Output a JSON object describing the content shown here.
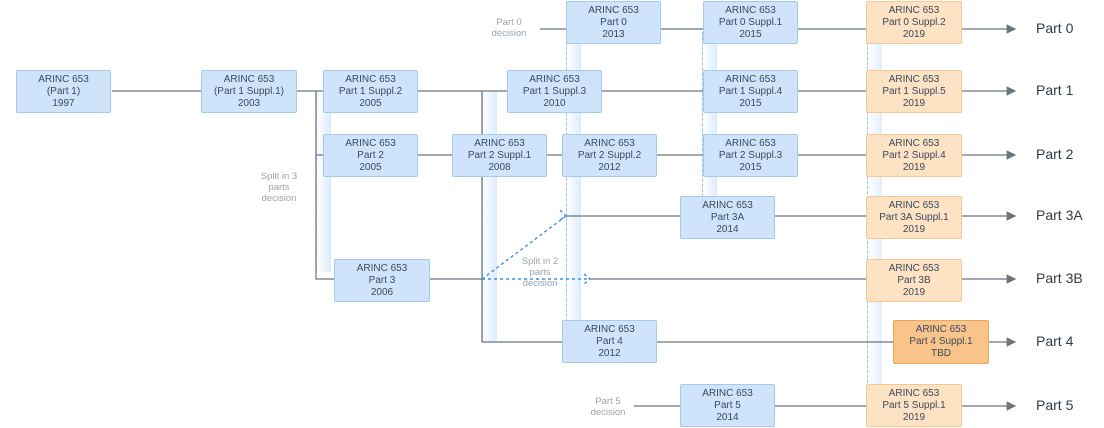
{
  "boxes": {
    "b1997": {
      "l1": "ARINC 653",
      "l2": "(Part 1)",
      "l3": "1997"
    },
    "b2003": {
      "l1": "ARINC 653",
      "l2": "(Part 1 Suppl.1)",
      "l3": "2003"
    },
    "b2005_p1": {
      "l1": "ARINC 653",
      "l2": "Part 1 Suppl.2",
      "l3": "2005"
    },
    "b2010_p1": {
      "l1": "ARINC 653",
      "l2": "Part 1 Suppl.3",
      "l3": "2010"
    },
    "b2015_p1": {
      "l1": "ARINC 653",
      "l2": "Part 1 Suppl.4",
      "l3": "2015"
    },
    "b2019_p1": {
      "l1": "ARINC 653",
      "l2": "Part 1 Suppl.5",
      "l3": "2019"
    },
    "b2013_p0": {
      "l1": "ARINC 653",
      "l2": "Part 0",
      "l3": "2013"
    },
    "b2015_p0": {
      "l1": "ARINC 653",
      "l2": "Part 0 Suppl.1",
      "l3": "2015"
    },
    "b2019_p0": {
      "l1": "ARINC 653",
      "l2": "Part 0 Suppl.2",
      "l3": "2019"
    },
    "b2005_p2": {
      "l1": "ARINC 653",
      "l2": "Part 2",
      "l3": "2005"
    },
    "b2008_p2": {
      "l1": "ARINC 653",
      "l2": "Part 2 Suppl.1",
      "l3": "2008"
    },
    "b2012_p2": {
      "l1": "ARINC 653",
      "l2": "Part 2 Suppl.2",
      "l3": "2012"
    },
    "b2015_p2": {
      "l1": "ARINC 653",
      "l2": "Part 2 Suppl.3",
      "l3": "2015"
    },
    "b2019_p2": {
      "l1": "ARINC 653",
      "l2": "Part 2 Suppl.4",
      "l3": "2019"
    },
    "b2014_p3a": {
      "l1": "ARINC 653",
      "l2": "Part 3A",
      "l3": "2014"
    },
    "b2019_p3a": {
      "l1": "ARINC 653",
      "l2": "Part 3A Suppl.1",
      "l3": "2019"
    },
    "b2006_p3": {
      "l1": "ARINC 653",
      "l2": "Part 3",
      "l3": "2006"
    },
    "b2019_p3b": {
      "l1": "ARINC 653",
      "l2": "Part 3B",
      "l3": "2019"
    },
    "b2012_p4": {
      "l1": "ARINC 653",
      "l2": "Part 4",
      "l3": "2012"
    },
    "btbd_p4": {
      "l1": "ARINC 653",
      "l2": "Part 4 Suppl.1",
      "l3": "TBD"
    },
    "b2014_p5": {
      "l1": "ARINC 653",
      "l2": "Part 5",
      "l3": "2014"
    },
    "b2019_p5": {
      "l1": "ARINC 653",
      "l2": "Part 5 Suppl.1",
      "l3": "2019"
    }
  },
  "notes": {
    "part0_decision": {
      "l1": "Part 0",
      "l2": "decision"
    },
    "split3_decision": {
      "l1": "Split in 3",
      "l2": "parts",
      "l3": "decision"
    },
    "split2_decision": {
      "l1": "Split in 2",
      "l2": "parts",
      "l3": "decision"
    },
    "part5_decision": {
      "l1": "Part 5",
      "l2": "decision"
    }
  },
  "outputs": {
    "part0": "Part 0",
    "part1": "Part 1",
    "part2": "Part 2",
    "part3a": "Part 3A",
    "part3b": "Part 3B",
    "part4": "Part 4",
    "part5": "Part 5"
  },
  "colors": {
    "line": "#6b7580",
    "dotted": "#3b8ee6",
    "box_blue": "#cfe4fb",
    "box_orange": "#fde2c3",
    "box_orange_strong": "#f9c48a"
  }
}
